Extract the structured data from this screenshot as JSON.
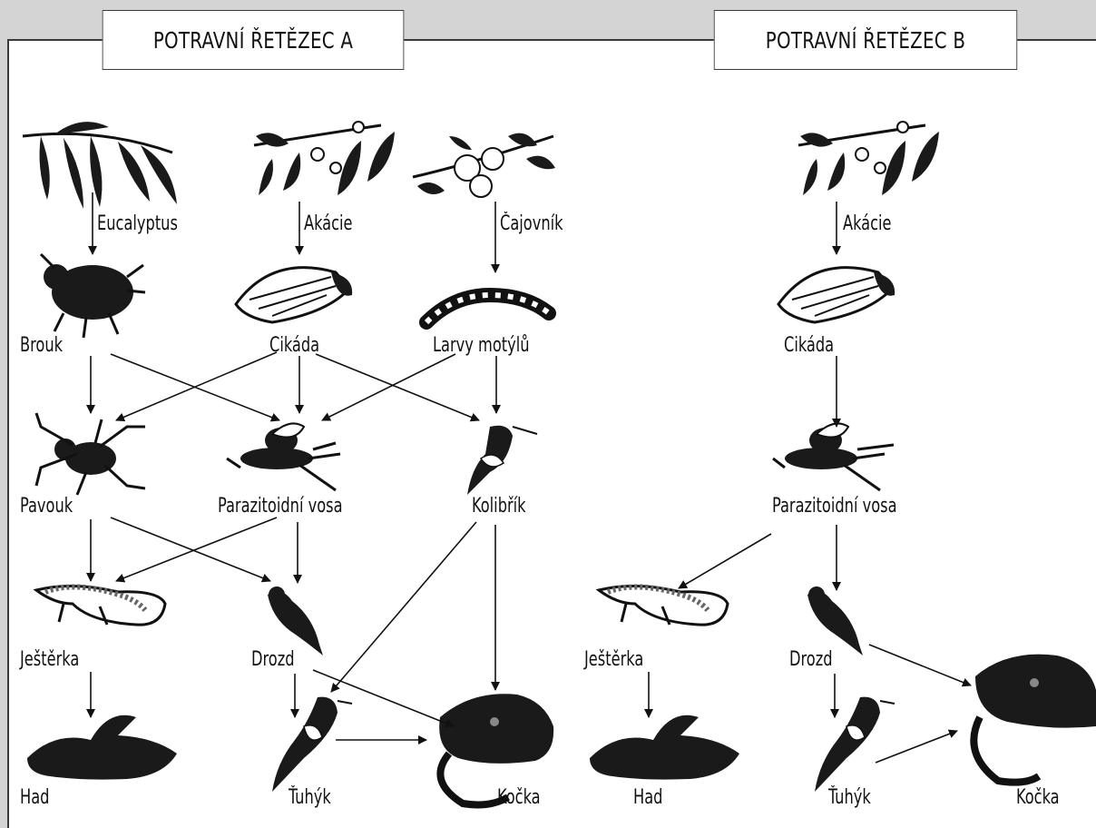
{
  "chains": [
    {
      "title": "POTRAVNÍ ŘETĚZEC A",
      "nodes": {
        "eucalyptus": "Eucalyptus",
        "akacie": "Akácie",
        "cajovnik": "Čajovník",
        "brouk": "Brouk",
        "cikada": "Cikáda",
        "larvy": "Larvy motýlů",
        "pavouk": "Pavouk",
        "vosa": "Parazitoidní vosa",
        "kolibrik": "Kolibřík",
        "jesterka": "Ještěrka",
        "drozd": "Drozd",
        "had": "Had",
        "tuhyk": "Ťuhýk",
        "kocka": "Kočka"
      }
    },
    {
      "title": "POTRAVNÍ ŘETĚZEC B",
      "nodes": {
        "akacie": "Akácie",
        "cikada": "Cikáda",
        "vosa": "Parazitoidní vosa",
        "jesterka": "Ještěrka",
        "drozd": "Drozd",
        "had": "Had",
        "tuhyk": "Ťuhýk",
        "kocka": "Kočka"
      }
    }
  ]
}
